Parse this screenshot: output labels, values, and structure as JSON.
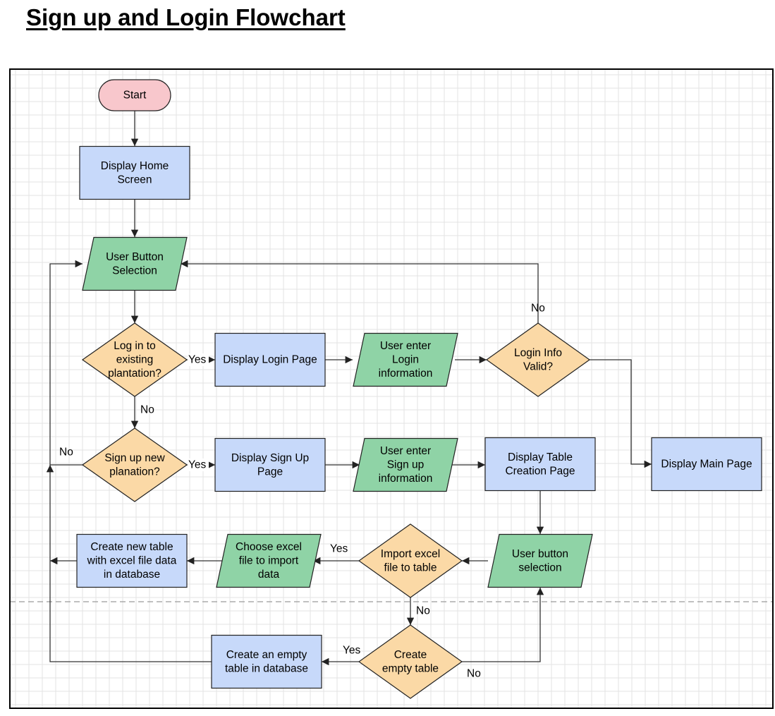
{
  "title": "Sign up and Login Flowchart",
  "colors": {
    "start": "#f8c7cc",
    "process": "#c7d9fa",
    "io": "#8fd3a6",
    "decision": "#fbd9a6",
    "grid": "#e3e3e3",
    "line": "#333333"
  },
  "nodes": {
    "start": {
      "lines": [
        "Start"
      ],
      "shape": "terminator"
    },
    "display_home": {
      "lines": [
        "Display Home",
        "Screen"
      ],
      "shape": "process"
    },
    "user_button_selection": {
      "lines": [
        "User Button",
        "Selection"
      ],
      "shape": "io"
    },
    "login_existing": {
      "lines": [
        "Log in to",
        "existing",
        "plantation?"
      ],
      "shape": "decision"
    },
    "display_login": {
      "lines": [
        "Display Login Page"
      ],
      "shape": "process"
    },
    "enter_login": {
      "lines": [
        "User enter",
        "Login",
        "information"
      ],
      "shape": "io"
    },
    "login_valid": {
      "lines": [
        "Login Info",
        "Valid?"
      ],
      "shape": "decision"
    },
    "display_main": {
      "lines": [
        "Display Main Page"
      ],
      "shape": "process"
    },
    "signup_new": {
      "lines": [
        "Sign up new",
        "planation?"
      ],
      "shape": "decision"
    },
    "display_signup": {
      "lines": [
        "Display Sign Up",
        "Page"
      ],
      "shape": "process"
    },
    "enter_signup": {
      "lines": [
        "User enter",
        "Sign up",
        "information"
      ],
      "shape": "io"
    },
    "display_table_creation": {
      "lines": [
        "Display Table",
        "Creation Page"
      ],
      "shape": "process"
    },
    "user_button_selection_2": {
      "lines": [
        "User button",
        "selection"
      ],
      "shape": "io"
    },
    "import_excel": {
      "lines": [
        "Import excel",
        "file to table"
      ],
      "shape": "decision"
    },
    "choose_excel": {
      "lines": [
        "Choose excel",
        "file to import",
        "data"
      ],
      "shape": "io"
    },
    "create_table_excel": {
      "lines": [
        "Create new table",
        "with excel file data",
        "in database"
      ],
      "shape": "process"
    },
    "create_empty": {
      "lines": [
        "Create",
        "empty table"
      ],
      "shape": "decision"
    },
    "create_empty_table": {
      "lines": [
        "Create an empty",
        "table in database"
      ],
      "shape": "process"
    }
  },
  "edge_labels": {
    "login_yes": "Yes",
    "login_no": "No",
    "valid_no": "No",
    "signup_yes": "Yes",
    "signup_no": "No",
    "import_yes": "Yes",
    "import_no": "No",
    "empty_yes": "Yes",
    "empty_no": "No"
  }
}
